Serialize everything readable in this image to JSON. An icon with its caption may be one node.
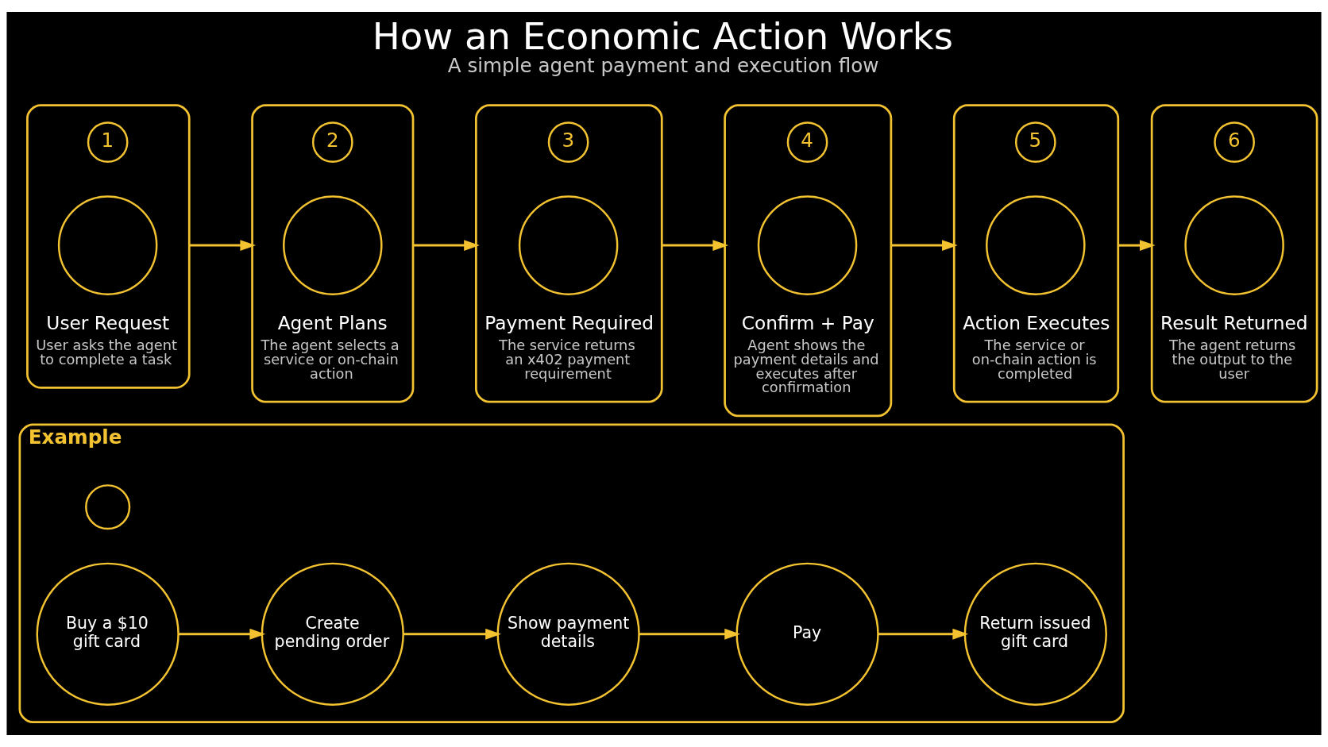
{
  "diagram": {
    "title": "How an Economic Action Works",
    "caption": "A simple agent payment and execution flow",
    "nodes": [
      {
        "text": [
          "User Request",
          "User asks the agent to complete a task"
        ]
      },
      {
        "text": [
          "1"
        ],
        "in": 0
      },
      {
        "text": [],
        "shape": "circle",
        "in": 0
      },
      {
        "text": [
          "Agent Plans",
          "The agent selects a service or on-chain action"
        ]
      },
      {
        "text": [
          "2"
        ],
        "in": 3
      },
      {
        "text": [],
        "shape": "circle",
        "in": 3
      },
      {
        "text": [
          "Payment Required",
          "The service returns an x402 payment requirement"
        ]
      },
      {
        "text": [
          "3"
        ],
        "in": 6
      },
      {
        "text": [],
        "shape": "circle",
        "in": 6
      },
      {
        "text": [
          "Confirm + Pay",
          "Agent shows the payment details and executes after confirmation"
        ]
      },
      {
        "text": [
          "4"
        ],
        "in": 9
      },
      {
        "text": [],
        "shape": "circle",
        "in": 9
      },
      {
        "text": [
          "Action Executes",
          "The service or on-chain action is completed"
        ]
      },
      {
        "text": [
          "5"
        ],
        "in": 12
      },
      {
        "text": [],
        "shape": "circle",
        "in": 12
      },
      {
        "text": [
          "Result Returned",
          "The agent returns the output to the user"
        ]
      },
      {
        "text": [
          "6"
        ],
        "in": 15
      },
      {
        "text": [],
        "shape": "circle",
        "in": 15
      },
      {
        "text": [
          "Example"
        ]
      },
      {
        "text": [],
        "shape": "circle",
        "in": 18
      },
      {
        "text": [
          "Buy a $10 gift card"
        ],
        "in": 18
      },
      {
        "text": [
          "Create pending order"
        ],
        "in": 18
      },
      {
        "text": [
          "Show payment details"
        ],
        "in": 18
      },
      {
        "text": [
          "Pay"
        ],
        "in": 18
      },
      {
        "text": [
          "Return issued gift card"
        ],
        "in": 18
      }
    ],
    "edges": [
      {
        "from": 0,
        "to": 3,
        "arrow": "to"
      },
      {
        "from": 3,
        "to": 6,
        "arrow": "to"
      },
      {
        "from": 6,
        "to": 9,
        "arrow": "to"
      },
      {
        "from": 9,
        "to": 12,
        "arrow": "to"
      },
      {
        "from": 12,
        "to": 15,
        "arrow": "to"
      },
      {
        "from": 20,
        "to": 21,
        "arrow": "to"
      },
      {
        "from": 21,
        "to": 22,
        "arrow": "to"
      },
      {
        "from": 22,
        "to": 23,
        "arrow": "to"
      },
      {
        "from": 23,
        "to": 24,
        "arrow": "to"
      }
    ]
  }
}
